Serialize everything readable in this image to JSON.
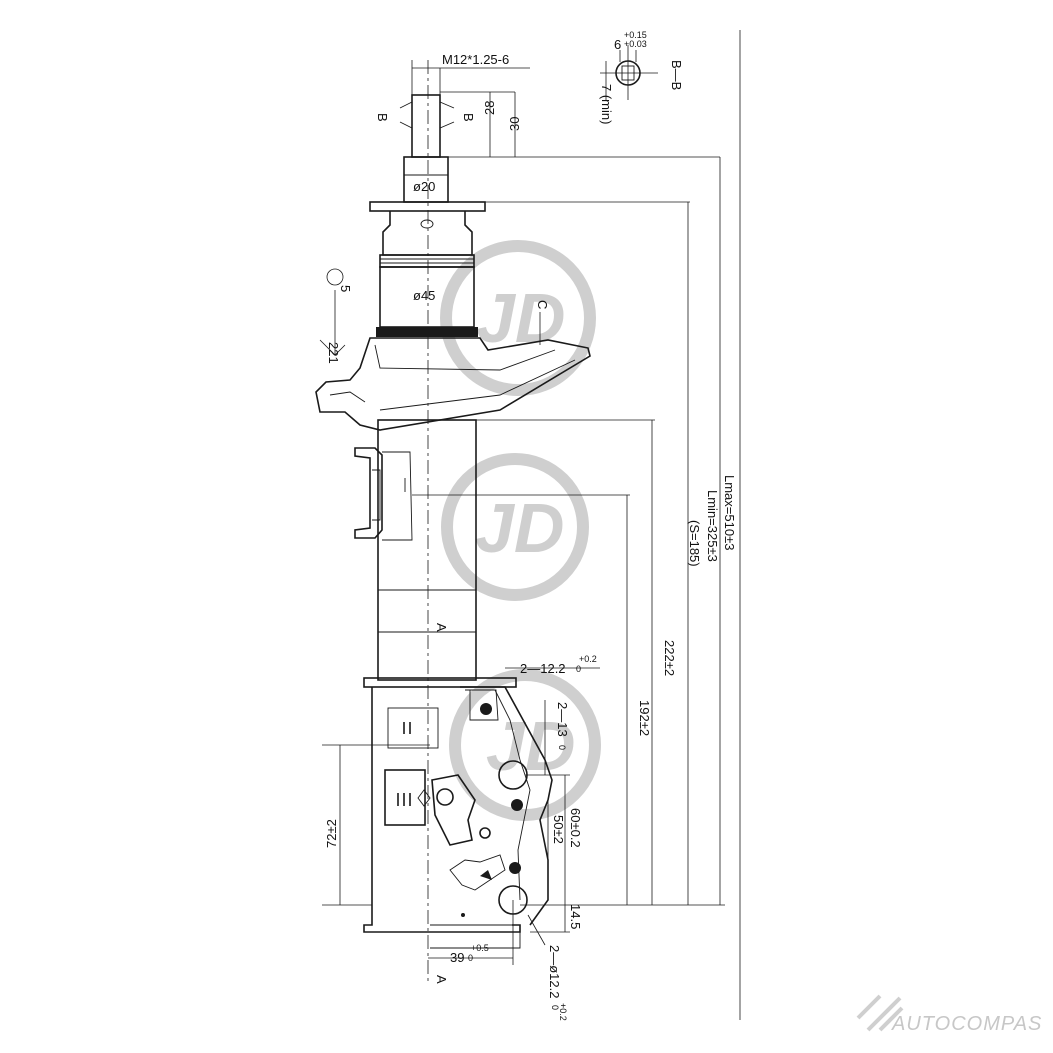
{
  "drawing": {
    "thread_spec": "M12*1.25-6",
    "section_label": "B—B",
    "flat_width": "6",
    "flat_tol_upper": "+0.15",
    "flat_tol_lower": "+0.03",
    "flat_depth": "7 (min)",
    "cut_mark_b": "B",
    "cut_mark_a": "A",
    "detail_c": "C",
    "dim_28": "28",
    "dim_30": "30",
    "dia_rod": "ø20",
    "dia_body": "ø45",
    "angle_5": "5",
    "angle_221": "221",
    "lmax": "Lmax=510±3",
    "lmin": "Lmin=325±3",
    "stroke": "(S=185)",
    "dim_222": "222±2",
    "dim_192": "192±2",
    "hole_slot": "2—12.2",
    "hole_slot_tol": "+0.2",
    "hole_slot_tol_zero": "0",
    "dim_13": "2—13",
    "dim_13_tol": "0",
    "dim_72": "72±2",
    "dim_60": "60±0.2",
    "dim_50": "50±2",
    "dim_14_5": "14.5",
    "dim_39": "39",
    "dim_39_tol": "+0.5",
    "dim_39_tol_zero": "0",
    "hole_dia": "2—ø12.2",
    "hole_dia_tol": "+0.2",
    "hole_dia_tol_zero": "0"
  },
  "watermark": {
    "logo_text": "JD",
    "brand_text": "AUTOCOMPAS"
  }
}
